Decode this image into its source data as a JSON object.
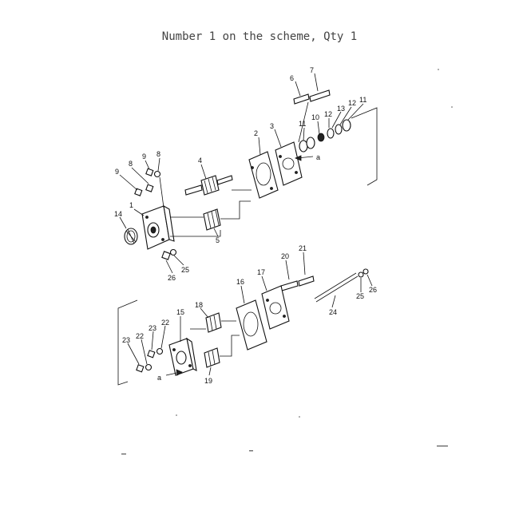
{
  "title": "Number 1 on the scheme, Qty 1",
  "arrow_labels": [
    "a",
    "a"
  ],
  "parts": [
    {
      "number": "1"
    },
    {
      "number": "2"
    },
    {
      "number": "3"
    },
    {
      "number": "4"
    },
    {
      "number": "5"
    },
    {
      "number": "6"
    },
    {
      "number": "7"
    },
    {
      "number": "8"
    },
    {
      "number": "8"
    },
    {
      "number": "9"
    },
    {
      "number": "9"
    },
    {
      "number": "10"
    },
    {
      "number": "11"
    },
    {
      "number": "11"
    },
    {
      "number": "12"
    },
    {
      "number": "12"
    },
    {
      "number": "13"
    },
    {
      "number": "14"
    },
    {
      "number": "15"
    },
    {
      "number": "16"
    },
    {
      "number": "17"
    },
    {
      "number": "18"
    },
    {
      "number": "19"
    },
    {
      "number": "20"
    },
    {
      "number": "21"
    },
    {
      "number": "22"
    },
    {
      "number": "22"
    },
    {
      "number": "23"
    },
    {
      "number": "23"
    },
    {
      "number": "24"
    },
    {
      "number": "25"
    },
    {
      "number": "25"
    },
    {
      "number": "26"
    },
    {
      "number": "26"
    }
  ]
}
